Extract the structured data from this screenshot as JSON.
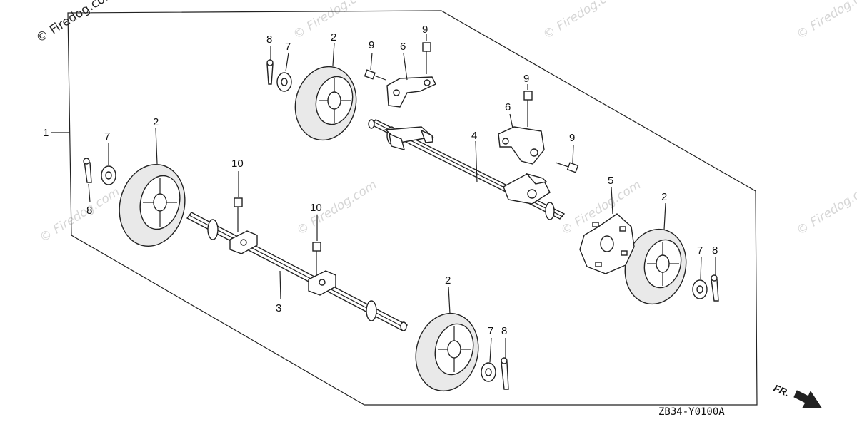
{
  "watermarks": {
    "copyright_corner": "© Firedog.com",
    "repeated": "© Firedog.com"
  },
  "diagram_code": "ZB34-Y0100A",
  "direction_label": "FR.",
  "callouts": {
    "assembly": "1",
    "wheel_rear_left": "2",
    "wheel_rear_right": "2",
    "wheel_front_left": "2",
    "wheel_front_right": "2",
    "axle_front": "3",
    "axle_rear": "4",
    "cover": "5",
    "bracket_a": "6",
    "bracket_b": "6",
    "washer_a": "7",
    "washer_b": "7",
    "washer_c": "7",
    "washer_d": "7",
    "pin_a": "8",
    "pin_b": "8",
    "pin_c": "8",
    "pin_d": "8",
    "bolt_a": "9",
    "bolt_b": "9",
    "bolt_c": "9",
    "bolt_d": "9",
    "bolt_e": "10",
    "bolt_f": "10"
  }
}
